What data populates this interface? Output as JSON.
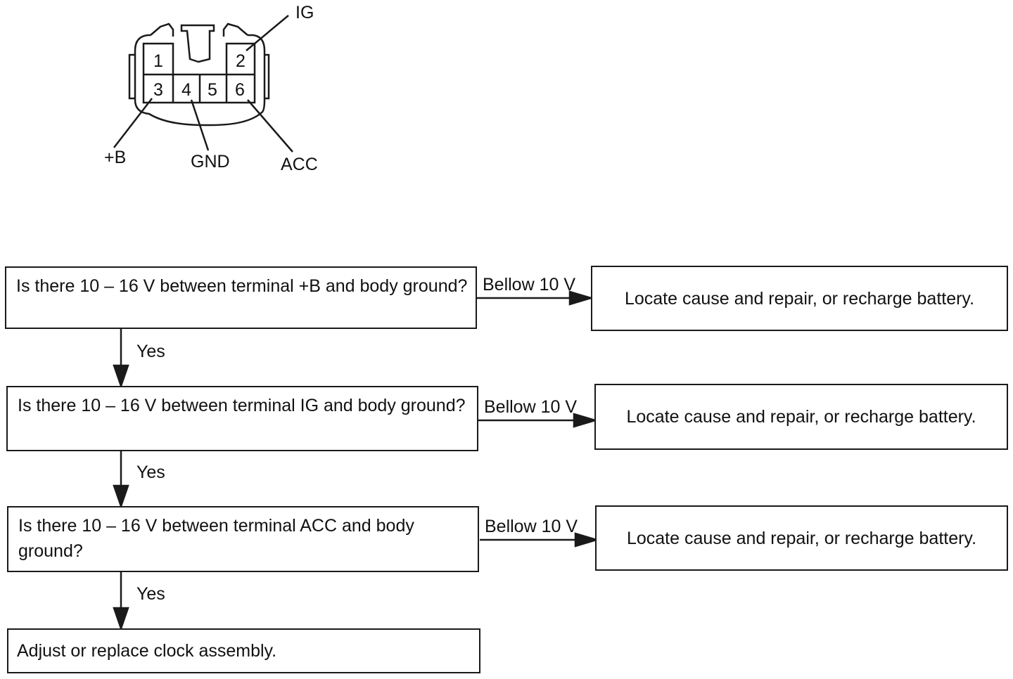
{
  "connector": {
    "pins": [
      "1",
      "2",
      "3",
      "4",
      "5",
      "6"
    ],
    "labels": {
      "ig": "IG",
      "b": "+B",
      "gnd": "GND",
      "acc": "ACC"
    }
  },
  "flowchart": {
    "questions": [
      "Is there 10 – 16 V between terminal +B and body ground?",
      "Is there 10 – 16 V between terminal IG and body ground?",
      "Is there 10 – 16 V between terminal ACC and body ground?"
    ],
    "branch_label": "Bellow 10 V",
    "actions": [
      "Locate cause and repair, or recharge battery.",
      "Locate cause and repair, or recharge battery.",
      "Locate cause and repair, or recharge battery."
    ],
    "yes_label": "Yes",
    "final_action": "Adjust or replace clock assembly."
  }
}
